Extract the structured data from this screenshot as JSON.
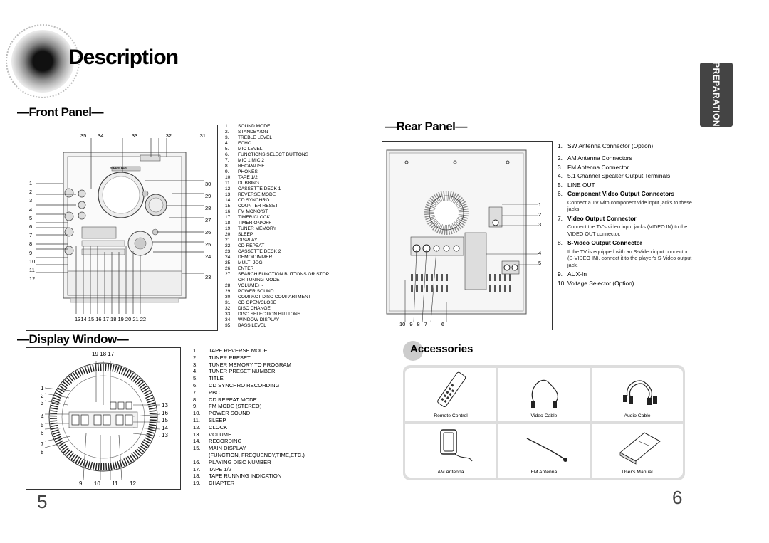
{
  "title": "Description",
  "side_tab": "PREPARATION",
  "page_numbers": {
    "left": "5",
    "right": "6"
  },
  "front_panel": {
    "heading": "Front Panel",
    "callouts_top": [
      "35",
      "34",
      "33",
      "32",
      "31"
    ],
    "callouts_left": [
      "1",
      "2",
      "3",
      "4",
      "5",
      "6",
      "7",
      "8",
      "9",
      "10",
      "11",
      "12"
    ],
    "callouts_right": [
      "30",
      "29",
      "28",
      "27",
      "26",
      "25",
      "24",
      "23"
    ],
    "callouts_bottom": "1314 15 16 17 18 19 20 21 22",
    "brand_text": "SAMSUNG",
    "legend": [
      {
        "n": "1.",
        "t": "SOUND MODE"
      },
      {
        "n": "2.",
        "t": "STANDBY/ON"
      },
      {
        "n": "3.",
        "t": "TREBLE LEVEL"
      },
      {
        "n": "4.",
        "t": "ECHO"
      },
      {
        "n": "5.",
        "t": "MIC LEVEL"
      },
      {
        "n": "6.",
        "t": "FUNCTIONS SELECT BUTTONS"
      },
      {
        "n": "7.",
        "t": "MIC 1,MIC 2"
      },
      {
        "n": "8.",
        "t": "REC/PAUSE"
      },
      {
        "n": "9.",
        "t": "PHONES"
      },
      {
        "n": "10.",
        "t": "TAPE 1/2"
      },
      {
        "n": "11.",
        "t": "DUBBING"
      },
      {
        "n": "12.",
        "t": "CASSETTE DECK 1"
      },
      {
        "n": "13.",
        "t": "REVERSE MODE"
      },
      {
        "n": "14.",
        "t": "CD SYNCHRO"
      },
      {
        "n": "15.",
        "t": "COUNTER RESET"
      },
      {
        "n": "16.",
        "t": "FM MONO/ST"
      },
      {
        "n": "17.",
        "t": "TIMER/CLOCK"
      },
      {
        "n": "18.",
        "t": "TIMER ON/OFF"
      },
      {
        "n": "19.",
        "t": "TUNER MEMORY"
      },
      {
        "n": "20.",
        "t": "SLEEP"
      },
      {
        "n": "21.",
        "t": "DISPLAY"
      },
      {
        "n": "22.",
        "t": "CD REPEAT"
      },
      {
        "n": "23.",
        "t": "CASSETTE DECK 2"
      },
      {
        "n": "24.",
        "t": "DEMO/DIMMER"
      },
      {
        "n": "25.",
        "t": "MULTI JOG"
      },
      {
        "n": "26.",
        "t": "ENTER"
      },
      {
        "n": "27.",
        "t": "SEARCH FUNCTION BUTTONS OR STOP"
      },
      {
        "n": "",
        "t": "OR TUNING MODE"
      },
      {
        "n": "28.",
        "t": "VOLUME+,-"
      },
      {
        "n": "29.",
        "t": "POWER SOUND"
      },
      {
        "n": "30.",
        "t": "COMPACT DISC COMPARTMENT"
      },
      {
        "n": "31.",
        "t": "CD OPEN/CLOSE"
      },
      {
        "n": "32.",
        "t": "DISC CHANGE"
      },
      {
        "n": "33.",
        "t": "DISC SELECTION BUTTONS"
      },
      {
        "n": "34.",
        "t": "WINDOW DISPLAY"
      },
      {
        "n": "35.",
        "t": "BASS LEVEL"
      }
    ]
  },
  "display_window": {
    "heading": "Display Window",
    "callouts_top": "19 18 17",
    "callouts_left": [
      "1",
      "2",
      "3",
      "4",
      "5",
      "6",
      "7",
      "8"
    ],
    "callouts_right": [
      "13",
      "16",
      "15",
      "14",
      "13"
    ],
    "callouts_bottom": [
      "9",
      "10",
      "11",
      "12"
    ],
    "legend": [
      {
        "n": "1.",
        "t": "TAPE REVERSE MODE"
      },
      {
        "n": "2.",
        "t": "TUNER PRESET"
      },
      {
        "n": "3.",
        "t": "TUNER MEMORY TO PROGRAM"
      },
      {
        "n": "4.",
        "t": "TUNER PRESET NUMBER"
      },
      {
        "n": "5.",
        "t": "TITLE"
      },
      {
        "n": "6.",
        "t": "CD SYNCHRO RECORDING"
      },
      {
        "n": "7.",
        "t": "PBC"
      },
      {
        "n": "8.",
        "t": "CD REPEAT MODE"
      },
      {
        "n": "9.",
        "t": "FM MODE (STEREO)"
      },
      {
        "n": "10.",
        "t": "POWER SOUND"
      },
      {
        "n": "11.",
        "t": "SLEEP"
      },
      {
        "n": "12.",
        "t": "CLOCK"
      },
      {
        "n": "13.",
        "t": "VOLUME"
      },
      {
        "n": "14.",
        "t": "RECORDING"
      },
      {
        "n": "15.",
        "t": "MAIN DISPLAY"
      },
      {
        "n": "",
        "t": "(FUNCTION, FREQUENCY,TIME,ETC.)"
      },
      {
        "n": "16.",
        "t": "PLAYING DISC NUMBER"
      },
      {
        "n": "17.",
        "t": "TAPE 1/2"
      },
      {
        "n": "18.",
        "t": "TAPE RUNNING INDICATION"
      },
      {
        "n": "19.",
        "t": "CHAPTER"
      }
    ]
  },
  "rear_panel": {
    "heading": "Rear Panel",
    "callouts_right": [
      "1",
      "2",
      "3",
      "4",
      "5"
    ],
    "callouts_bottom": [
      "10",
      "9",
      "8",
      "7",
      "6"
    ],
    "items": [
      {
        "n": "1.",
        "t": "SW Antenna Connector (Option)",
        "bold": false,
        "desc": ""
      },
      {
        "n": "2.",
        "t": "AM Antenna Connectors",
        "bold": false,
        "desc": ""
      },
      {
        "n": "3.",
        "t": "FM Antenna Connector",
        "bold": false,
        "desc": ""
      },
      {
        "n": "4.",
        "t": "5.1 Channel Speaker Output Terminals",
        "bold": false,
        "desc": ""
      },
      {
        "n": "5.",
        "t": "LINE OUT",
        "bold": false,
        "desc": ""
      },
      {
        "n": "6.",
        "t": "Component Video Output Connectors",
        "bold": true,
        "desc": "Connect a TV with component vide input jacks to these jacks."
      },
      {
        "n": "7.",
        "t": "Video Output Connector",
        "bold": true,
        "desc": "Connect the TV's video input jacks (VIDEO IN) to the VIDEO OUT connector."
      },
      {
        "n": "8.",
        "t": "S-Video Output Connector",
        "bold": true,
        "desc": "If the TV is equipped with an S-Video input connector (S-VIDEO IN), connect it to the player's S-Video output jack."
      },
      {
        "n": "9.",
        "t": "AUX-In",
        "bold": false,
        "desc": ""
      },
      {
        "n": "10.",
        "t": "Voltage Selector (Option)",
        "bold": false,
        "desc": ""
      }
    ]
  },
  "accessories": {
    "heading": "Accessories",
    "items": [
      "Remote Control",
      "Video Cable",
      "Audio Cable",
      "AM Antenna",
      "FM Antenna",
      "User's Manual"
    ]
  }
}
